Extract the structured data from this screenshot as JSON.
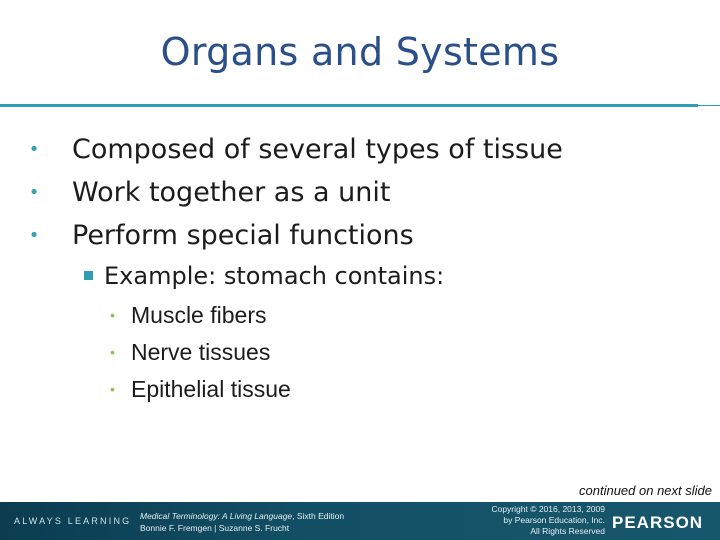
{
  "slide": {
    "title": "Organs and Systems",
    "bullets_level1": [
      "Composed of several types of tissue",
      "Work together as a unit",
      "Perform special functions"
    ],
    "bullet_level2": "Example: stomach contains:",
    "bullets_level3": [
      "Muscle fibers",
      "Nerve tissues",
      "Epithelial tissue"
    ],
    "continued_note": "continued on next slide"
  },
  "footer": {
    "left_text": "ALWAYS LEARNING",
    "book_title": "Medical Terminology: A Living Language",
    "book_edition": ", Sixth Edition",
    "authors": "Bonnie F. Fremgen | Suzanne S. Frucht",
    "copyright_line1": "Copyright © 2016, 2013, 2009",
    "copyright_line2": "by Pearson Education, Inc.",
    "copyright_line3": "All Rights Reserved",
    "brand": "PEARSON"
  },
  "colors": {
    "title": "#2b4f88",
    "rule": "#2f9db3",
    "level3_bullet": "#8bc34a",
    "footer_bg": "#135066"
  }
}
